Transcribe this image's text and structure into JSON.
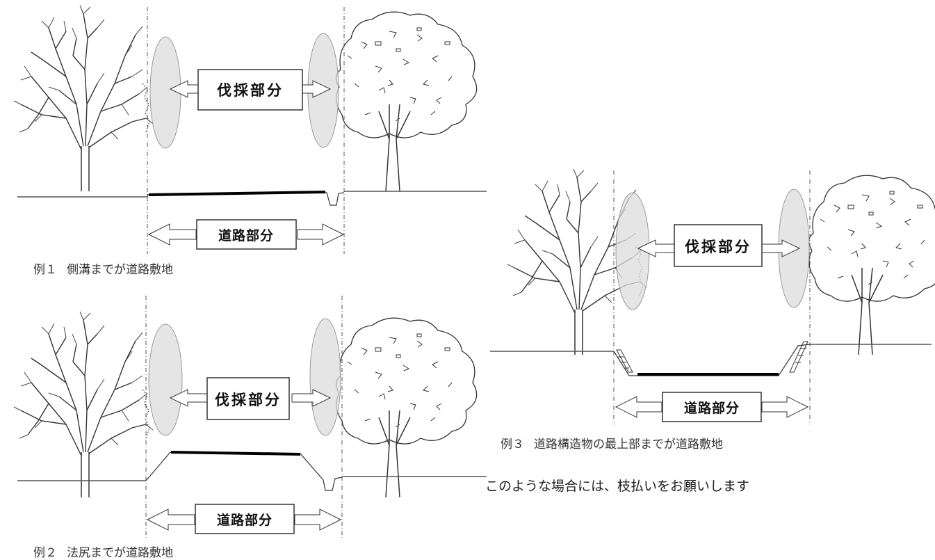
{
  "examples": [
    {
      "num": "例１",
      "caption": "側溝までが道路敷地"
    },
    {
      "num": "例２",
      "caption": "法尻までが道路敷地"
    },
    {
      "num": "例３",
      "caption": "道路構造物の最上部までが道路敷地"
    }
  ],
  "labels": {
    "cut_part": "伐採部分",
    "road_part": "道路部分"
  },
  "note": "このような場合には、枝払いをお願いします",
  "colors": {
    "ellipse_fill": "#dcdcdc",
    "ellipse_stroke": "#9a9a9a",
    "line": "#333333",
    "road_surface": "#000000"
  }
}
